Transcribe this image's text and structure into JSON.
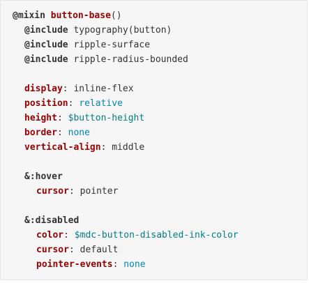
{
  "code": {
    "lines": [
      {
        "indent": 0,
        "tokens": [
          [
            "at",
            "@mixin"
          ],
          [
            "punct",
            " "
          ],
          [
            "mixname",
            "button-base"
          ],
          [
            "punct",
            "()"
          ]
        ]
      },
      {
        "indent": 1,
        "tokens": [
          [
            "at",
            "@include"
          ],
          [
            "punct",
            " "
          ],
          [
            "ident",
            "typography"
          ],
          [
            "punct",
            "("
          ],
          [
            "ident",
            "button"
          ],
          [
            "punct",
            ")"
          ]
        ]
      },
      {
        "indent": 1,
        "tokens": [
          [
            "at",
            "@include"
          ],
          [
            "punct",
            " "
          ],
          [
            "ident",
            "ripple-surface"
          ]
        ]
      },
      {
        "indent": 1,
        "tokens": [
          [
            "at",
            "@include"
          ],
          [
            "punct",
            " "
          ],
          [
            "ident",
            "ripple-radius-bounded"
          ]
        ]
      },
      {
        "indent": 0,
        "tokens": []
      },
      {
        "indent": 1,
        "tokens": [
          [
            "prop",
            "display"
          ],
          [
            "punct",
            ": "
          ],
          [
            "ident",
            "inline-flex"
          ]
        ]
      },
      {
        "indent": 1,
        "tokens": [
          [
            "prop",
            "position"
          ],
          [
            "punct",
            ": "
          ],
          [
            "val",
            "relative"
          ]
        ]
      },
      {
        "indent": 1,
        "tokens": [
          [
            "prop",
            "height"
          ],
          [
            "punct",
            ": "
          ],
          [
            "var",
            "$button-height"
          ]
        ]
      },
      {
        "indent": 1,
        "tokens": [
          [
            "prop",
            "border"
          ],
          [
            "punct",
            ": "
          ],
          [
            "val",
            "none"
          ]
        ]
      },
      {
        "indent": 1,
        "tokens": [
          [
            "prop",
            "vertical-align"
          ],
          [
            "punct",
            ": "
          ],
          [
            "ident",
            "middle"
          ]
        ]
      },
      {
        "indent": 0,
        "tokens": []
      },
      {
        "indent": 1,
        "tokens": [
          [
            "sel",
            "&:hover"
          ]
        ]
      },
      {
        "indent": 2,
        "tokens": [
          [
            "prop",
            "cursor"
          ],
          [
            "punct",
            ": "
          ],
          [
            "ident",
            "pointer"
          ]
        ]
      },
      {
        "indent": 0,
        "tokens": []
      },
      {
        "indent": 1,
        "tokens": [
          [
            "sel",
            "&:disabled"
          ]
        ]
      },
      {
        "indent": 2,
        "tokens": [
          [
            "prop",
            "color"
          ],
          [
            "punct",
            ": "
          ],
          [
            "var",
            "$mdc-button-disabled-ink-color"
          ]
        ]
      },
      {
        "indent": 2,
        "tokens": [
          [
            "prop",
            "cursor"
          ],
          [
            "punct",
            ": "
          ],
          [
            "ident",
            "default"
          ]
        ]
      },
      {
        "indent": 2,
        "tokens": [
          [
            "prop",
            "pointer-events"
          ],
          [
            "punct",
            ": "
          ],
          [
            "val",
            "none"
          ]
        ]
      }
    ]
  }
}
